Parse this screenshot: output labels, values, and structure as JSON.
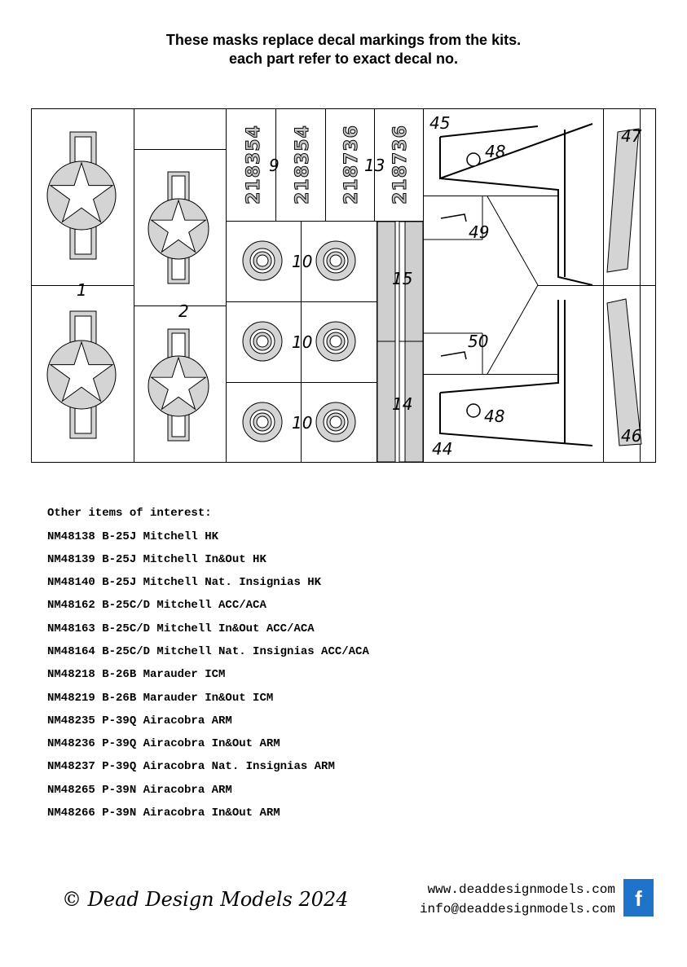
{
  "header": {
    "line1": "These masks replace decal markings from the kits.",
    "line2": "each part refer to exact decal no."
  },
  "sheet": {
    "labels": {
      "p1": "1",
      "p2": "2",
      "p9": "9",
      "p13": "13",
      "p10a": "10",
      "p10b": "10",
      "p10c": "10",
      "p15": "15",
      "p14": "14",
      "p45": "45",
      "p48a": "48",
      "p48b": "48",
      "p49": "49",
      "p50": "50",
      "p44": "44",
      "p47": "47",
      "p46": "46"
    },
    "serials": [
      "218354",
      "218354",
      "218736",
      "218736"
    ]
  },
  "other_items": {
    "title": "Other items of interest:",
    "items": [
      "NM48138 B-25J Mitchell HK",
      "NM48139 B-25J Mitchell In&Out HK",
      "NM48140 B-25J Mitchell Nat. Insignias HK",
      "NM48162 B-25C/D Mitchell ACC/ACA",
      "NM48163 B-25C/D Mitchell In&Out ACC/ACA",
      "NM48164 B-25C/D Mitchell Nat. Insignias ACC/ACA",
      "NM48218 B-26B Marauder ICM",
      "NM48219 B-26B Marauder In&Out ICM",
      "NM48235 P-39Q Airacobra ARM",
      "NM48236 P-39Q Airacobra In&Out ARM",
      "NM48237 P-39Q Airacobra Nat. Insignias ARM",
      "NM48265 P-39N Airacobra ARM",
      "NM48266 P-39N Airacobra In&Out ARM"
    ]
  },
  "footer": {
    "copyright": "© Dead Design Models 2024",
    "website": "www.deaddesignmodels.com",
    "email": "info@deaddesignmodels.com",
    "facebook_letter": "f"
  },
  "colors": {
    "mask_fill": "#d4d4d4",
    "strip_fill": "#cfcfcf",
    "facebook_blue": "#1f73c9"
  }
}
